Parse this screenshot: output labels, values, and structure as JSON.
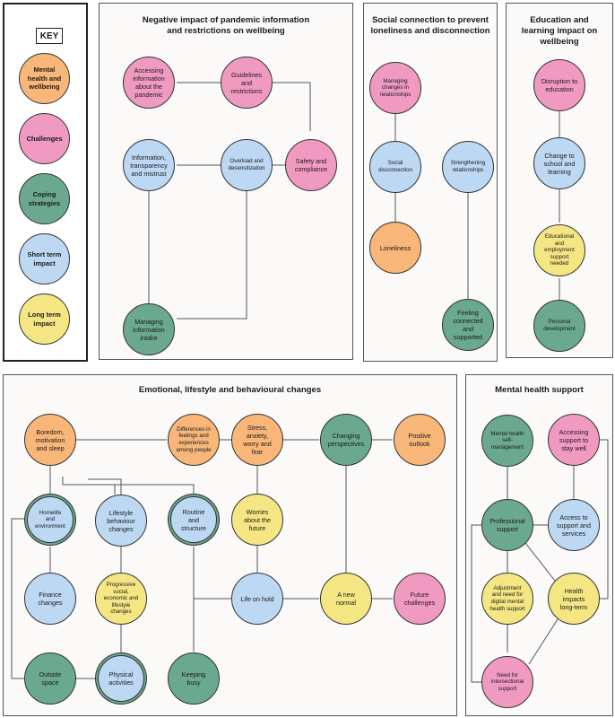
{
  "key": {
    "title": "KEY",
    "items": [
      {
        "label": "Mental\nhealth and\nwellbeing",
        "color": "#f8b778"
      },
      {
        "label": "Challenges",
        "color": "#f09ac2"
      },
      {
        "label": "Coping\nstrategies",
        "color": "#6aa98e"
      },
      {
        "label": "Short term\nimpact",
        "color": "#bcd8f3"
      },
      {
        "label": "Long term\nimpact",
        "color": "#f4e783"
      }
    ]
  },
  "panels": {
    "negative_impact": "Negative impact of pandemic information\nand restrictions on wellbeing",
    "social_connection": "Social connection to prevent\nloneliness and disconnection",
    "education": "Education and\nlearning impact on\nwellbeing",
    "emotional": "Emotional, lifestyle and behavioural changes",
    "mental_support": "Mental health support"
  },
  "nodes": {
    "accessing_info": "Accessing\ninformation\nabout the\npandemic",
    "guidelines": "Guidelines\nand\nrestrictions",
    "info_transparency": "Information,\ntransparency\nand mistrust",
    "overload": "Overload and\ndesensitization",
    "safety": "Safety and\ncompliance",
    "managing_info": "Managing\ninformation\nintake",
    "managing_changes": "Managing\nchanges in\nrelationships",
    "social_disconnection": "Social\ndisconnection",
    "strengthening": "Strengthening\nrelationships",
    "loneliness": "Loneliness",
    "feeling_connected": "Feeling\nconnected\nand\nsupported",
    "disruption_education": "Disruption to\neducation",
    "change_school": "Change to\nschool and\nlearning",
    "educational_support": "Educational\nand\nemployment\nsupport\nneeded",
    "personal_development": "Personal\ndevelopment",
    "boredom": "Boredom,\nmotivation\nand sleep",
    "differences": "Differences in\nfeelings and\nexperiences\namong people",
    "stress": "Stress,\nanxiety,\nworry and\nfear",
    "changing_perspectives": "Changing\nperspectives",
    "positive_outlook": "Positive\noutlook",
    "homelife": "Homelife\nand\nenvironment",
    "lifestyle_changes": "Lifestyle\nbehaviour\nchanges",
    "routine": "Routine\nand\nstructure",
    "worries_future": "Worries\nabout the\nfuture",
    "finance": "Finance\nchanges",
    "progressive": "Progressive\nsocial,\neconomic and\nlifestyle\nchanges",
    "life_on_hold": "Life on hold",
    "new_normal": "A new\nnormal",
    "future_challenges": "Future\nchallenges",
    "outside_space": "Outside\nspace",
    "physical_activities": "Physical\nactivities",
    "keeping_busy": "Keeping\nbusy",
    "self_management": "Mental health\nself-\nmanagement",
    "accessing_support": "Accessing\nsupport to\nstay well",
    "professional_support": "Professional\nsupport",
    "access_services": "Access to\nsupport and\nservices",
    "adjustment_digital": "Adjustment\nand need for\ndigital mental\nhealth support",
    "health_impacts": "Health\nimpacts\nlong-term",
    "intersectional": "Need for\nintersectional\nsupport"
  },
  "colors": {
    "mental": "#f8b778",
    "challenge": "#f09ac2",
    "coping": "#6aa98e",
    "short": "#bcd8f3",
    "long": "#f4e783",
    "line": "#555555"
  }
}
